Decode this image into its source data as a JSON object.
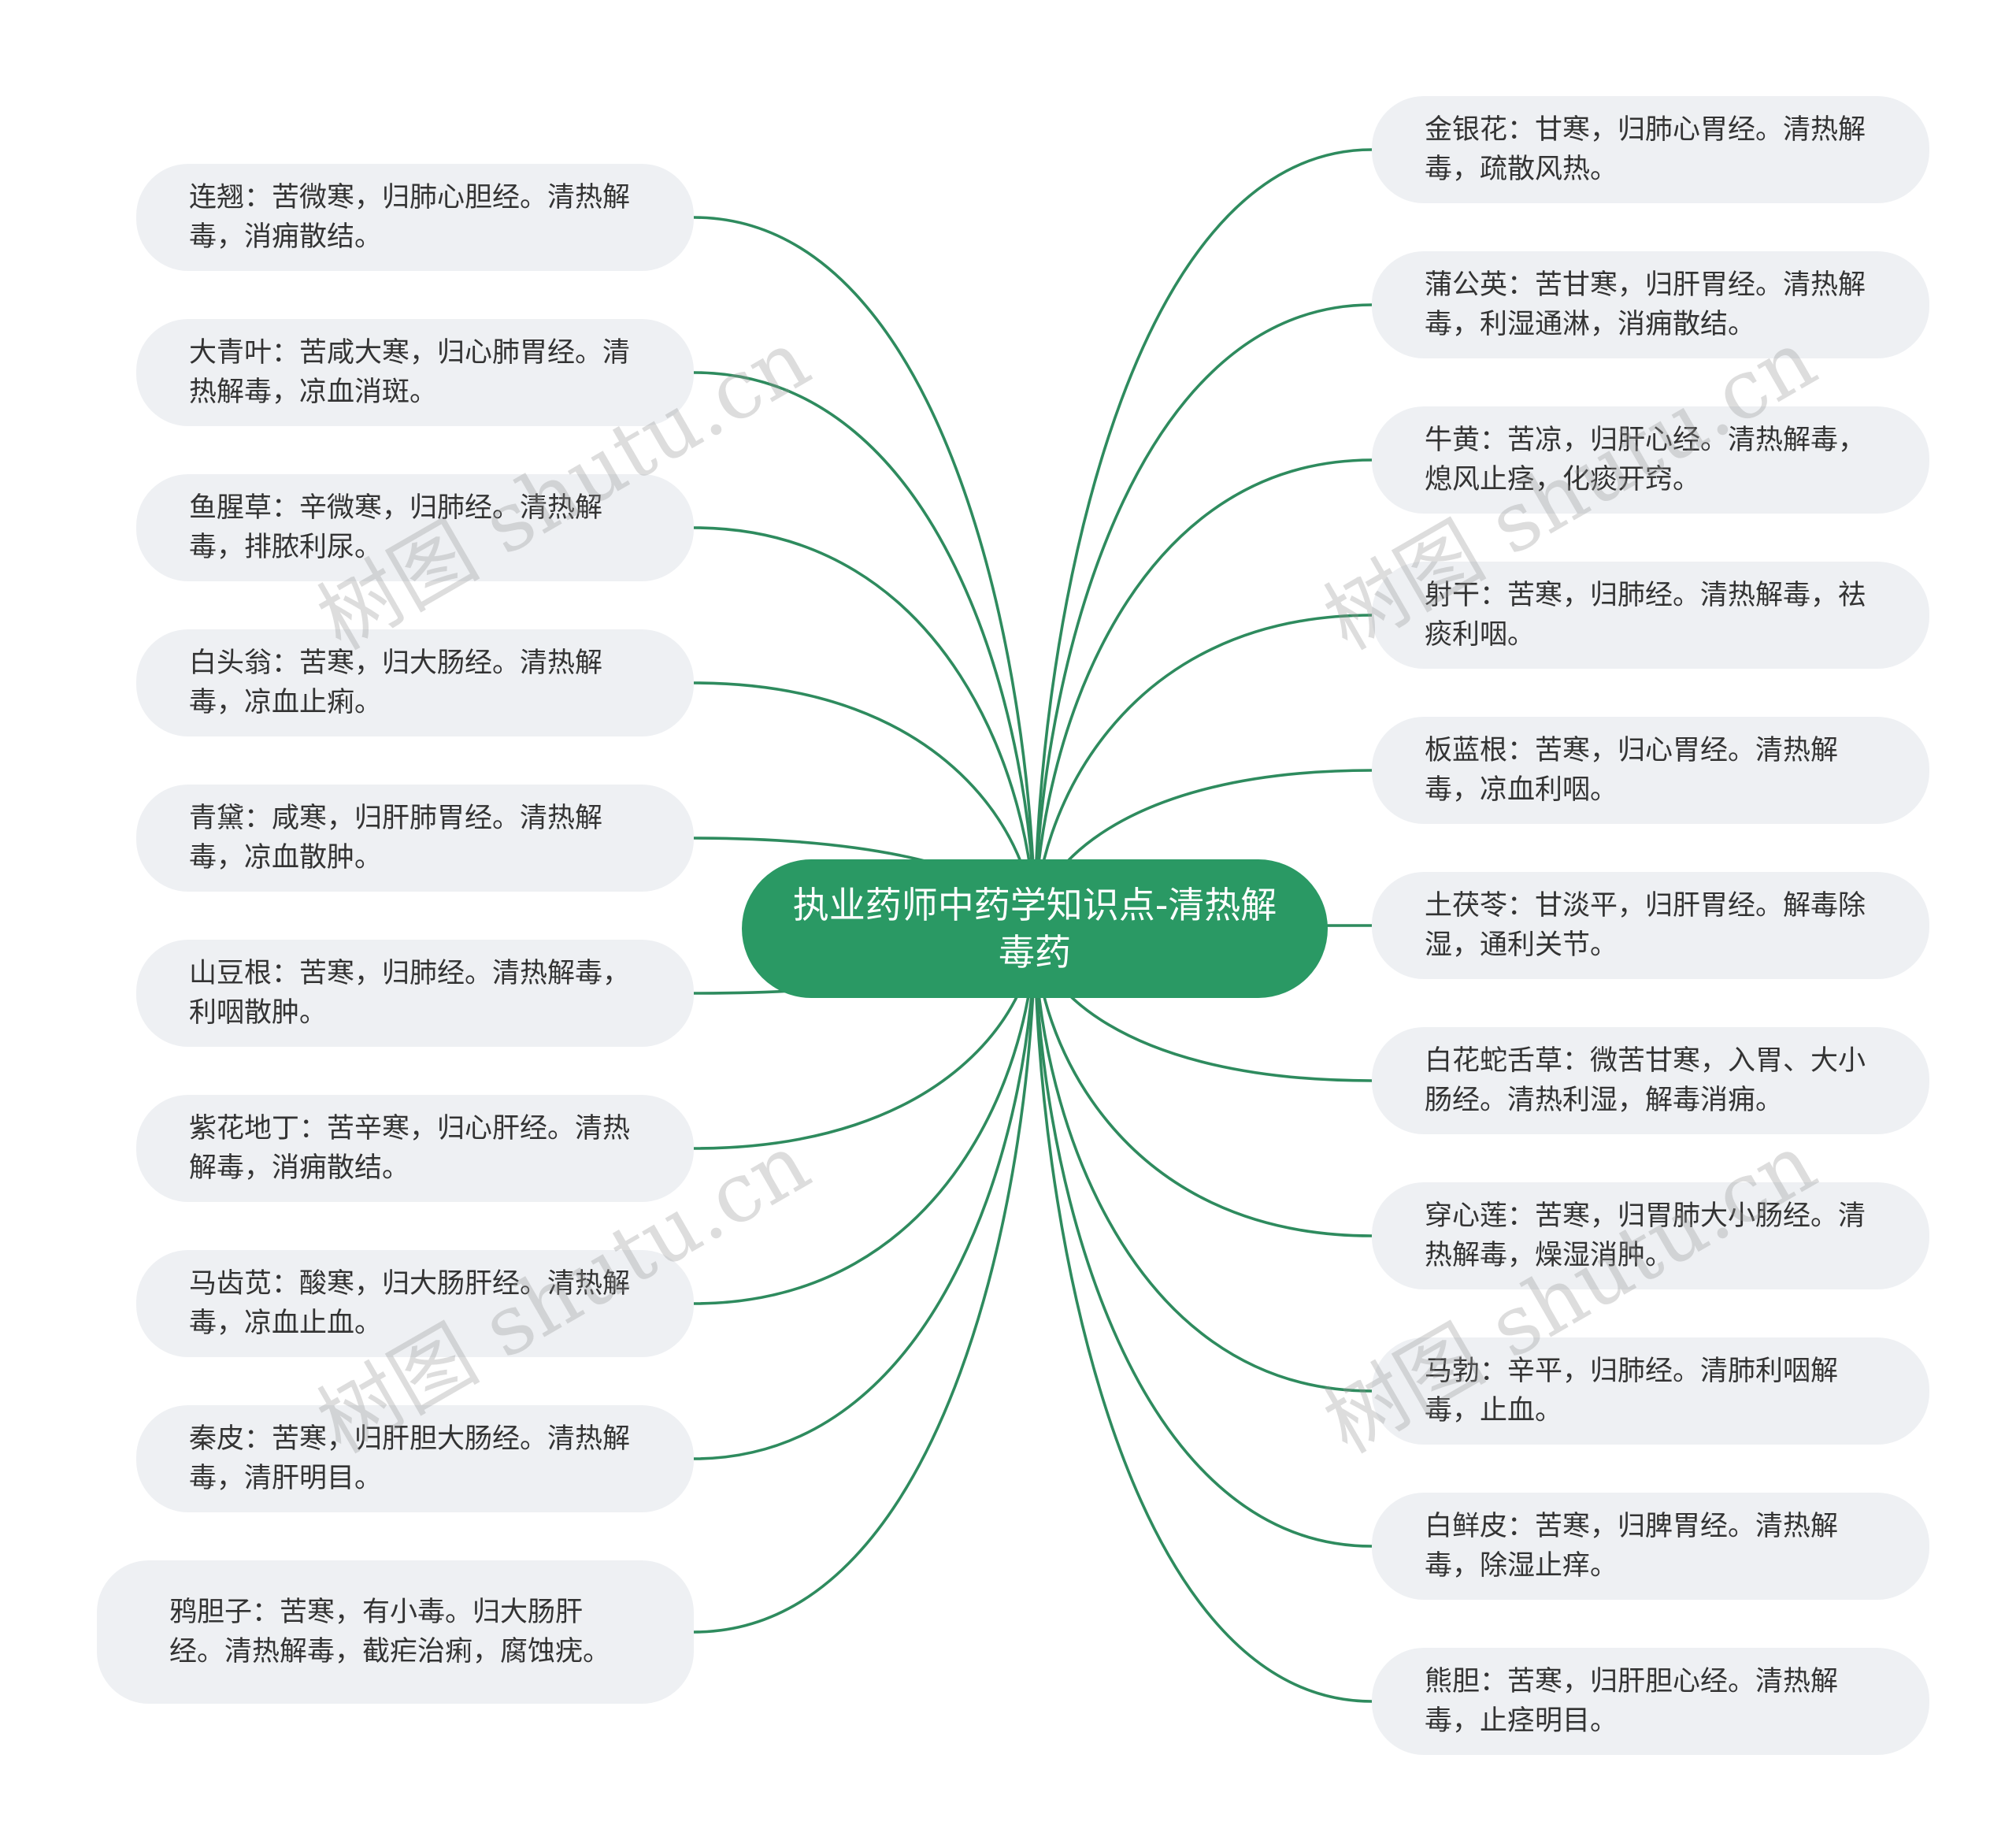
{
  "root": {
    "title": "执业药师中药学知识点-清热解毒药"
  },
  "left": [
    {
      "text": "连翘：苦微寒，归肺心胆经。清热解毒，消痈散结。"
    },
    {
      "text": "大青叶：苦咸大寒，归心肺胃经。清热解毒，凉血消斑。"
    },
    {
      "text": "鱼腥草：辛微寒，归肺经。清热解毒，排脓利尿。"
    },
    {
      "text": "白头翁：苦寒，归大肠经。清热解毒，凉血止痢。"
    },
    {
      "text": "青黛：咸寒，归肝肺胃经。清热解毒，凉血散肿。"
    },
    {
      "text": "山豆根：苦寒，归肺经。清热解毒，利咽散肿。"
    },
    {
      "text": "紫花地丁：苦辛寒，归心肝经。清热解毒，消痈散结。"
    },
    {
      "text": "马齿苋：酸寒，归大肠肝经。清热解毒，凉血止血。"
    },
    {
      "text": "秦皮：苦寒，归肝胆大肠经。清热解毒，清肝明目。"
    },
    {
      "text": "鸦胆子：苦寒，有小毒。归大肠肝经。清热解毒，截疟治痢，腐蚀疣。"
    }
  ],
  "right": [
    {
      "text": "金银花：甘寒，归肺心胃经。清热解毒，疏散风热。"
    },
    {
      "text": "蒲公英：苦甘寒，归肝胃经。清热解毒，利湿通淋，消痈散结。"
    },
    {
      "text": "牛黄：苦凉，归肝心经。清热解毒，熄风止痉，化痰开窍。"
    },
    {
      "text": "射干：苦寒，归肺经。清热解毒，祛痰利咽。"
    },
    {
      "text": "板蓝根：苦寒，归心胃经。清热解毒，凉血利咽。"
    },
    {
      "text": "土茯苓：甘淡平，归肝胃经。解毒除湿，通利关节。"
    },
    {
      "text": "白花蛇舌草：微苦甘寒，入胃、大小肠经。清热利湿，解毒消痈。"
    },
    {
      "text": "穿心莲：苦寒，归胃肺大小肠经。清热解毒，燥湿消肿。"
    },
    {
      "text": "马勃：辛平，归肺经。清肺利咽解毒，止血。"
    },
    {
      "text": "白鲜皮：苦寒，归脾胃经。清热解毒，除湿止痒。"
    },
    {
      "text": "熊胆：苦寒，归肝胆心经。清热解毒，止痉明目。"
    }
  ],
  "watermark": {
    "text": "树图 shutu.cn"
  },
  "colors": {
    "root_fill": "#2a9964",
    "link": "#2e8b5e",
    "node_fill": "#eef0f3",
    "node_text": "#333333"
  }
}
